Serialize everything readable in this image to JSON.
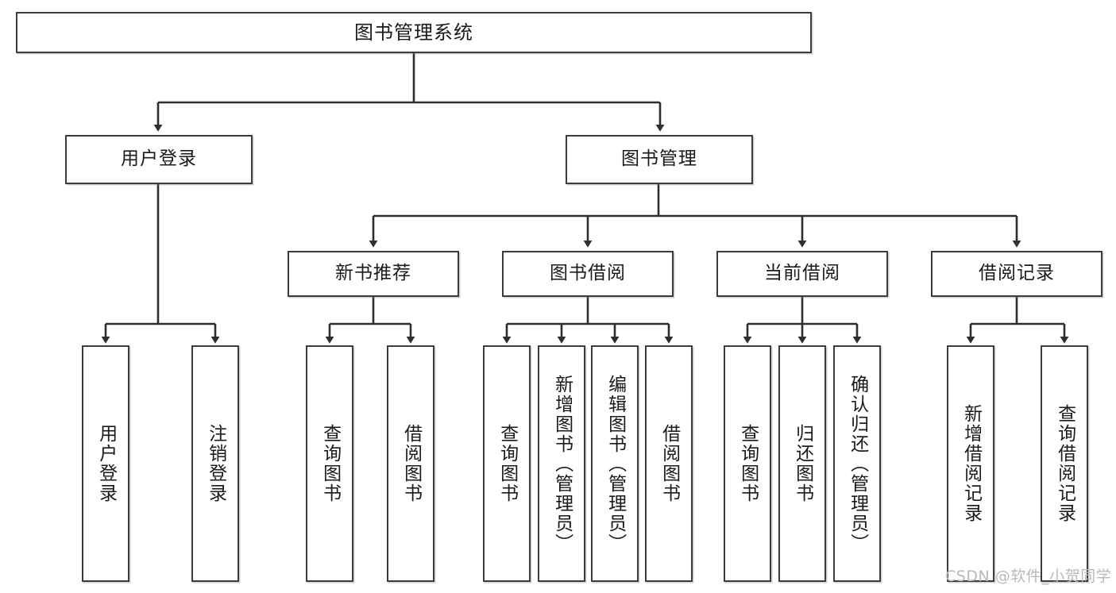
{
  "diagram": {
    "title": "图书管理系统",
    "watermark": "CSDN @软件_小贺同学",
    "colors": {
      "stroke": "#3c3c3c",
      "fill": "#ffffff",
      "text": "#1a1a1a",
      "watermark": "#b9b9b9"
    },
    "levels": {
      "root": {
        "label": "图书管理系统"
      },
      "level2": [
        {
          "id": "user-login",
          "label": "用户登录"
        },
        {
          "id": "book-management",
          "label": "图书管理"
        }
      ],
      "level3": [
        {
          "id": "new-book-recommend",
          "label": "新书推荐"
        },
        {
          "id": "book-borrow",
          "label": "图书借阅"
        },
        {
          "id": "current-borrow",
          "label": "当前借阅"
        },
        {
          "id": "borrow-record",
          "label": "借阅记录"
        }
      ],
      "leaves": {
        "user_login": [
          {
            "id": "leaf-user-login",
            "label": "用户登录"
          },
          {
            "id": "leaf-logout",
            "label": "注销登录"
          }
        ],
        "new_book_recommend": [
          {
            "id": "leaf-query-book-1",
            "label": "查询图书"
          },
          {
            "id": "leaf-borrow-book-1",
            "label": "借阅图书"
          }
        ],
        "book_borrow": [
          {
            "id": "leaf-query-book-2",
            "label": "查询图书"
          },
          {
            "id": "leaf-add-book",
            "label": "新增图书（管理员）"
          },
          {
            "id": "leaf-edit-book",
            "label": "编辑图书（管理员）"
          },
          {
            "id": "leaf-borrow-book-2",
            "label": "借阅图书"
          }
        ],
        "current_borrow": [
          {
            "id": "leaf-query-book-3",
            "label": "查询图书"
          },
          {
            "id": "leaf-return-book",
            "label": "归还图书"
          },
          {
            "id": "leaf-confirm-return",
            "label": "确认归还（管理员）"
          }
        ],
        "borrow_record": [
          {
            "id": "leaf-add-record",
            "label": "新增借阅记录"
          },
          {
            "id": "leaf-query-record",
            "label": "查询借阅记录"
          }
        ]
      }
    }
  }
}
